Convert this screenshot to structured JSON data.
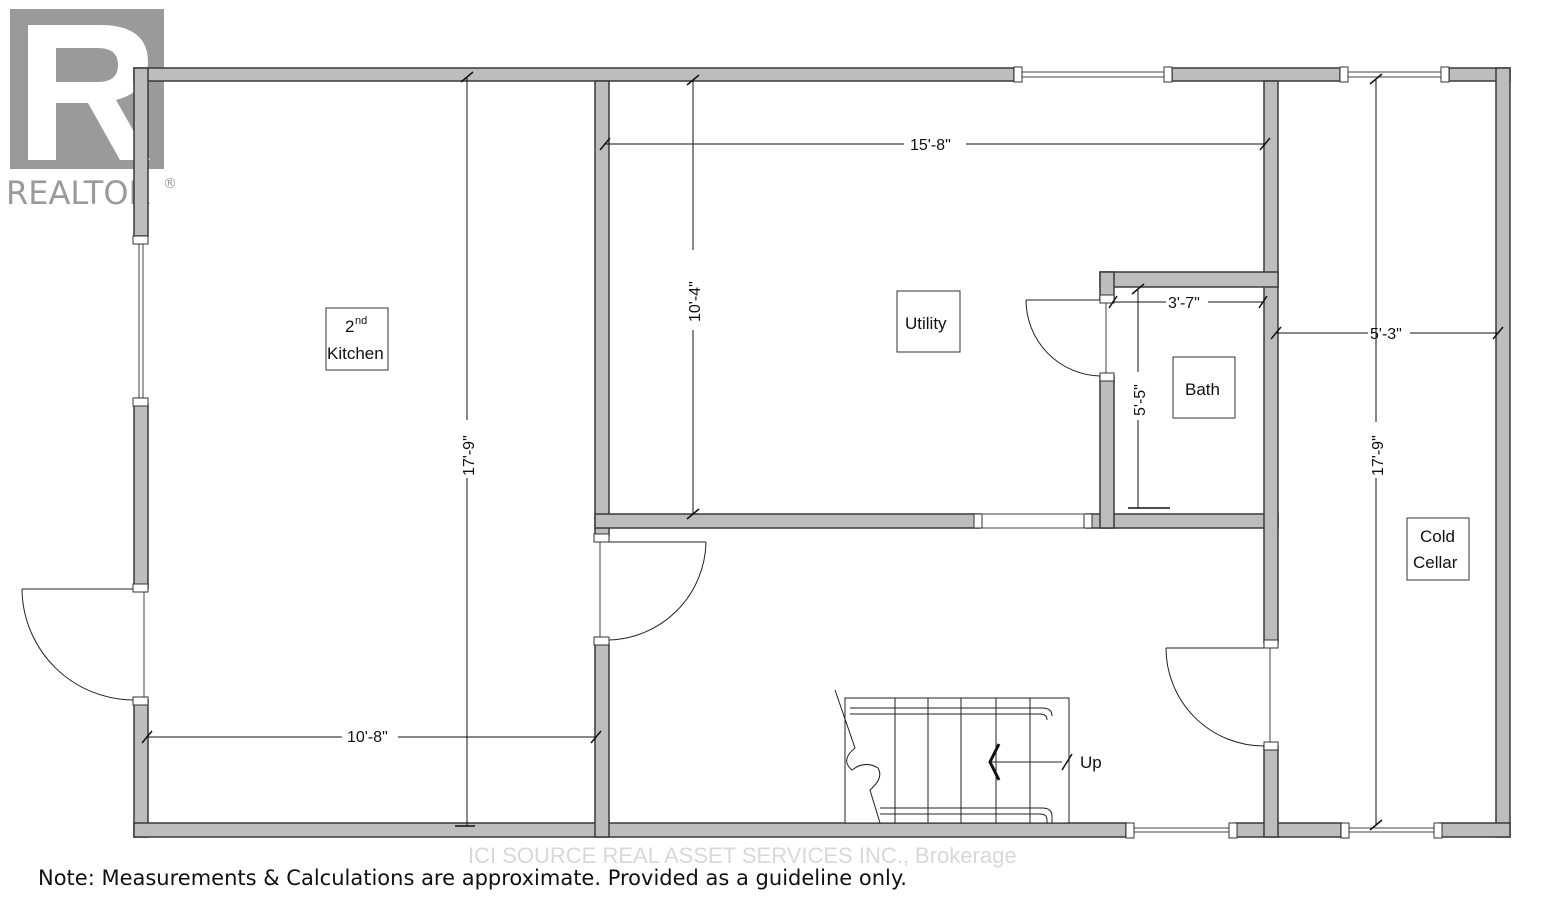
{
  "logo": {
    "text": "REALTOR",
    "mark": "®"
  },
  "rooms": {
    "kitchen": {
      "sup": "nd",
      "pre": "2",
      "line2": "Kitchen"
    },
    "utility": "Utility",
    "bath": "Bath",
    "cold_cellar": {
      "line1": "Cold",
      "line2": "Cellar"
    }
  },
  "dimensions": {
    "utility_width": "15'-8\"",
    "utility_depth": "10'-4\"",
    "bath_width": "3'-7\"",
    "bath_depth": "5'-5\"",
    "cellar_width": "5'-3\"",
    "cellar_depth": "17'-9\"",
    "kitchen_depth": "17'-9\"",
    "kitchen_width": "10'-8\""
  },
  "stairs": {
    "label": "Up"
  },
  "footer": {
    "brokerage": "ICI SOURCE REAL ASSET SERVICES INC., Brokerage",
    "note": "Note: Measurements & Calculations are approximate. Provided as a guideline only."
  }
}
